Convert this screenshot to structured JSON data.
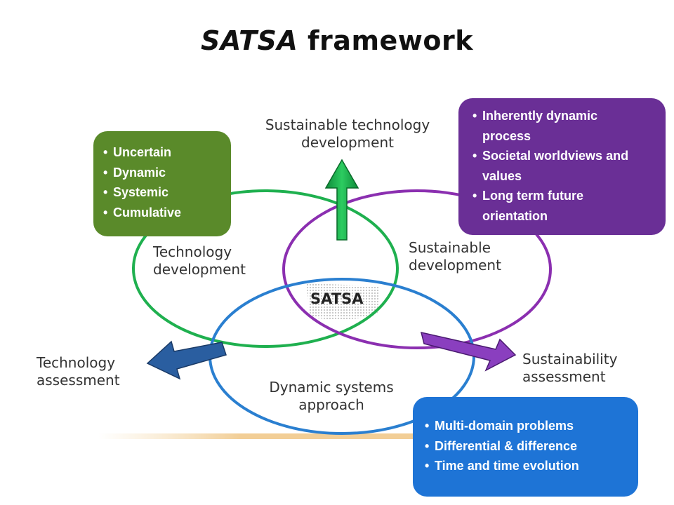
{
  "title": {
    "italic": "SATSA",
    "rest": " framework"
  },
  "labels": {
    "top": [
      "Sustainable technology",
      "development"
    ],
    "tech_dev": [
      "Technology",
      "development"
    ],
    "sust_dev": [
      "Sustainable",
      "development"
    ],
    "center": "SATSA",
    "tech_assess": [
      "Technology",
      "assessment"
    ],
    "sust_assess": [
      "Sustainability",
      "assessment"
    ],
    "dynamic": [
      "Dynamic systems",
      "approach"
    ]
  },
  "boxes": {
    "green": [
      "Uncertain",
      "Dynamic",
      "Systemic",
      "Cumulative"
    ],
    "purple": [
      "Inherently dynamic process",
      "Societal worldviews and values",
      "Long term future orientation"
    ],
    "blue": [
      "Multi-domain problems",
      "Differential & difference",
      "Time and time evolution"
    ]
  },
  "colors": {
    "green_box": "#5a8a2a",
    "purple_box": "#6a2f96",
    "blue_box": "#1e74d6",
    "green_circle": "#1fb04f",
    "purple_circle": "#8b2fb0",
    "blue_circle": "#2a7fd0"
  }
}
